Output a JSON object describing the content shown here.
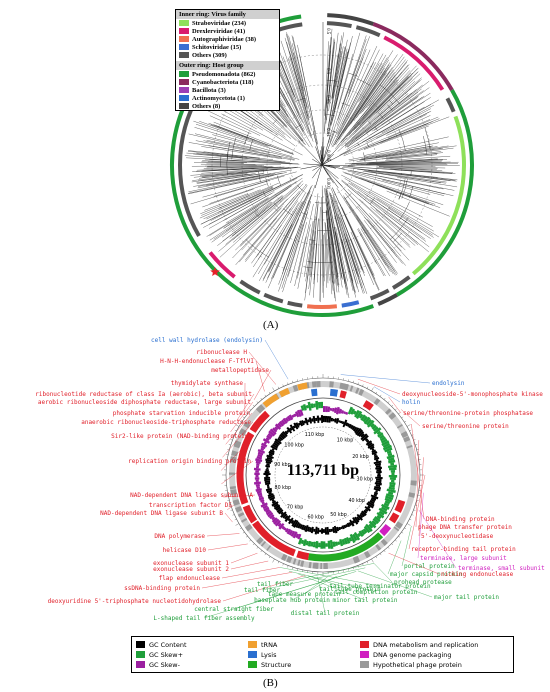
{
  "panel_a": {
    "label": "(A)",
    "legend_inner": {
      "title": "Inner ring: Virus family",
      "items": [
        {
          "label": "Straboviridae (234)",
          "color": "#8ee05a"
        },
        {
          "label": "Drexlerviridae (41)",
          "color": "#d91c6e"
        },
        {
          "label": "Autographiviridae (38)",
          "color": "#f07050"
        },
        {
          "label": "Schitoviridae (15)",
          "color": "#3a6fd1"
        },
        {
          "label": "Others (309)",
          "color": "#555555"
        }
      ]
    },
    "legend_outer": {
      "title": "Outer ring: Host group",
      "items": [
        {
          "label": "Pseudomonadota (862)",
          "color": "#1f9e3a"
        },
        {
          "label": "Cyanobacteriota (118)",
          "color": "#8a2a5e"
        },
        {
          "label": "Bacillota (3)",
          "color": "#9b3fb5"
        },
        {
          "label": "Actinomycetota (1)",
          "color": "#2a6fd0"
        },
        {
          "label": "Others (8)",
          "color": "#444444"
        }
      ]
    },
    "scale_labels": [
      "0.5",
      "0.1",
      "0.05",
      "0.01",
      "0.005",
      "0.001"
    ],
    "marker_color": "#e8202a"
  },
  "panel_b": {
    "label": "(B)",
    "genome_size": "113,711 bp",
    "kbp_labels": [
      "10 kbp",
      "20 kbp",
      "30 kbp",
      "40 kbp",
      "50 kbp",
      "60 kbp",
      "70 kbp",
      "80 kbp",
      "90 kbp",
      "100 kbp",
      "110 kbp"
    ],
    "left_labels": [
      {
        "text": "cell wall hydrolase (endolysin)",
        "color": "#2a6fd0"
      },
      {
        "text": "ribonuclease H",
        "color": "#e0202a"
      },
      {
        "text": "H-N-H-endonuclease F-TflVI",
        "color": "#e0202a"
      },
      {
        "text": "metallopeptidase",
        "color": "#e0202a"
      },
      {
        "text": "thymidylate synthase",
        "color": "#e0202a"
      },
      {
        "text": "ribonucleotide reductase of class Ia (aerobic), beta subunit",
        "color": "#e0202a"
      },
      {
        "text": "aerobic ribonucleoside diphosphate reductase, large subunit",
        "color": "#e0202a"
      },
      {
        "text": "phosphate starvation inducible protein",
        "color": "#e0202a"
      },
      {
        "text": "anaerobic ribonucleoside-triphosphate reductase",
        "color": "#e0202a"
      },
      {
        "text": "Sir2-like protein (NAD-binding protein)",
        "color": "#e0202a"
      },
      {
        "text": "replication origin binding protein",
        "color": "#e0202a"
      },
      {
        "text": "NAD-dependent DNA ligase subunit A",
        "color": "#e0202a"
      },
      {
        "text": "transcription factor D5",
        "color": "#e0202a"
      },
      {
        "text": "NAD-dependent DNA ligase subunit B",
        "color": "#e0202a"
      },
      {
        "text": "DNA polymerase",
        "color": "#e0202a"
      },
      {
        "text": "helicase D10",
        "color": "#e0202a"
      },
      {
        "text": "exonuclease subunit 1",
        "color": "#e0202a"
      },
      {
        "text": "exonuclease subunit 2",
        "color": "#e0202a"
      },
      {
        "text": "flap endonuclease",
        "color": "#e0202a"
      },
      {
        "text": "ssDNA-binding protein",
        "color": "#e0202a"
      },
      {
        "text": "deoxyuridine 5'-triphosphate nucleotidohydrolase",
        "color": "#e0202a"
      }
    ],
    "right_labels": [
      {
        "text": "endolysin",
        "color": "#2a6fd0"
      },
      {
        "text": "deoxynucleoside-5'-monophosphate kinase",
        "color": "#e0202a"
      },
      {
        "text": "holin",
        "color": "#2a6fd0"
      },
      {
        "text": "serine/threonine-protein phosphatase",
        "color": "#e0202a"
      },
      {
        "text": "serine/threonine protein",
        "color": "#e0202a"
      },
      {
        "text": "DNA-binding protein",
        "color": "#e0202a"
      },
      {
        "text": "phage DNA transfer protein",
        "color": "#e0202a"
      },
      {
        "text": "5'-deoxynucleotidase",
        "color": "#e0202a"
      },
      {
        "text": "receptor-binding tail protein",
        "color": "#e0202a"
      },
      {
        "text": "terminase, large subunit",
        "color": "#d020c0"
      },
      {
        "text": "terminase, small subunit",
        "color": "#d020c0"
      },
      {
        "text": "portal protein",
        "color": "#1f9e3a"
      },
      {
        "text": "major capsid protein",
        "color": "#1f9e3a"
      },
      {
        "text": "nicking endonuclease",
        "color": "#e0202a"
      },
      {
        "text": "prohead protease",
        "color": "#1f9e3a"
      },
      {
        "text": "major tail protein",
        "color": "#1f9e3a"
      }
    ],
    "bottom_labels": [
      {
        "text": "tail fiber",
        "color": "#1f9e3a"
      },
      {
        "text": "tail fiber",
        "color": "#1f9e3a"
      },
      {
        "text": "central straight fiber",
        "color": "#1f9e3a"
      },
      {
        "text": "L-shaped tail fiber assembly",
        "color": "#1f9e3a"
      },
      {
        "text": "baseplate hub protein",
        "color": "#1f9e3a"
      },
      {
        "text": "tape measure protein",
        "color": "#1f9e3a"
      },
      {
        "text": "distal tail protein",
        "color": "#1f9e3a"
      },
      {
        "text": "tail tube protein",
        "color": "#1f9e3a"
      },
      {
        "text": "minor tail protein",
        "color": "#1f9e3a"
      },
      {
        "text": "tail completion protein",
        "color": "#1f9e3a"
      },
      {
        "text": "tail tube terminator protein",
        "color": "#1f9e3a"
      }
    ],
    "legend": [
      {
        "label": "GC Content",
        "color": "#000000"
      },
      {
        "label": "tRNA",
        "color": "#f0a030"
      },
      {
        "label": "DNA metabolism and replication",
        "color": "#e0202a"
      },
      {
        "label": "GC Skew+",
        "color": "#1f9e3a"
      },
      {
        "label": "Lysis",
        "color": "#2a6fd0"
      },
      {
        "label": "DNA genome packaging",
        "color": "#d020c0"
      },
      {
        "label": "GC Skew-",
        "color": "#9b1fa0"
      },
      {
        "label": "Structure",
        "color": "#22aa22"
      },
      {
        "label": "Hypothetical phage protein",
        "color": "#999999"
      }
    ]
  }
}
